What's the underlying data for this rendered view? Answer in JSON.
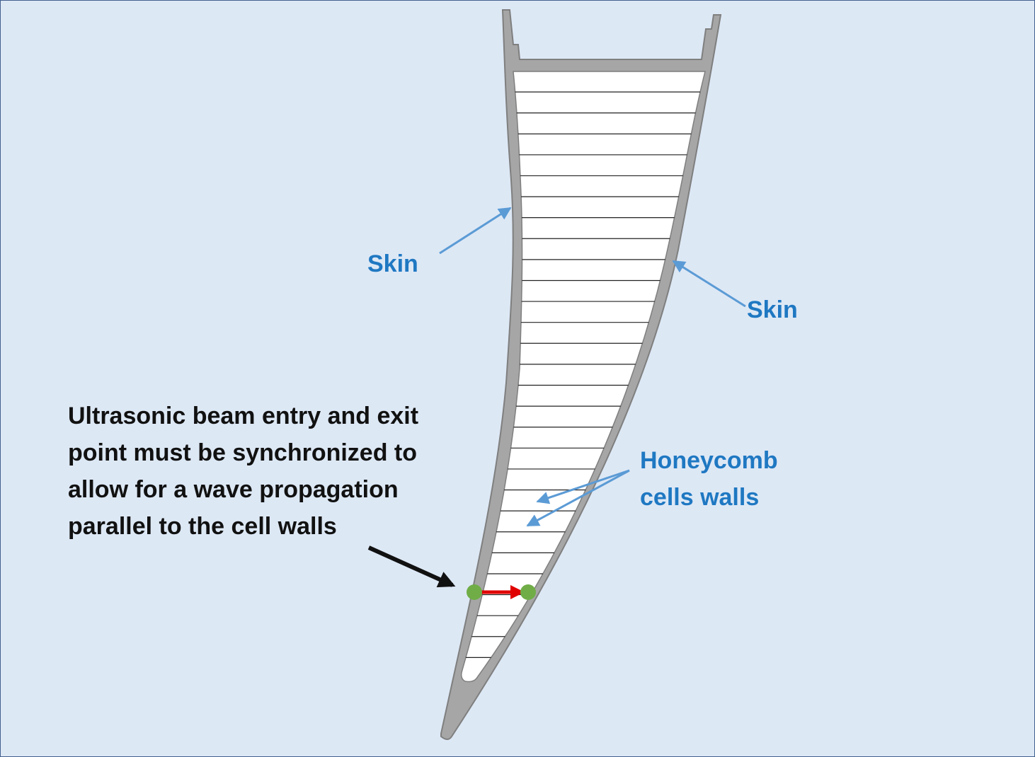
{
  "labels": {
    "skin_left": "Skin",
    "skin_right": "Skin",
    "honeycomb_line1": "Honeycomb",
    "honeycomb_line2": "cells walls",
    "note_line1": "Ultrasonic beam entry and exit",
    "note_line2": "point must be synchronized to",
    "note_line3": "allow for a wave propagation",
    "note_line4": "parallel to the cell walls"
  },
  "colors": {
    "background": "#dde8f5",
    "skin_fill": "#a6a6a6",
    "skin_stroke": "#7f7f7f",
    "label_blue": "#1f78c2",
    "annotation_arrow_blue": "#5b9bd5",
    "note_arrow": "#111111",
    "wave_arrow": "#e00000",
    "transducer_points": "#70ad47"
  },
  "honeycomb": {
    "cell_wall_count": 28
  }
}
